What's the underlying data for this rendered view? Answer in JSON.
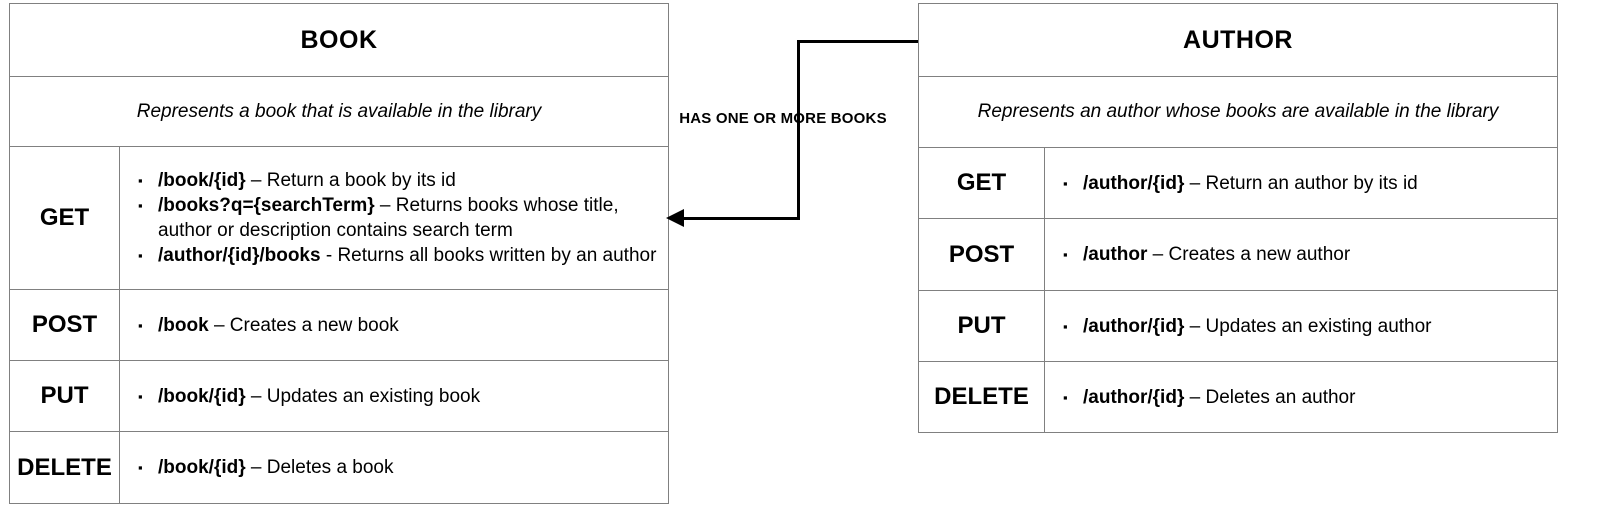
{
  "diagram": {
    "type": "rest-api-resource-diagram",
    "bullet_glyph": "▪"
  },
  "book": {
    "title": "BOOK",
    "description": "Represents a book that is available in the library",
    "methods": [
      {
        "verb": "GET",
        "paths": [
          {
            "endpoint": "/book/{id}",
            "description": " – Return a book by its id"
          },
          {
            "endpoint": "/books?q={searchTerm}",
            "description": " – Returns books whose title, author or description contains search term"
          },
          {
            "endpoint": "/author/{id}/books",
            "description": " - Returns all books written by an author"
          }
        ]
      },
      {
        "verb": "POST",
        "paths": [
          {
            "endpoint": "/book",
            "description": " – Creates a new book"
          }
        ]
      },
      {
        "verb": "PUT",
        "paths": [
          {
            "endpoint": "/book/{id}",
            "description": " – Updates an existing book"
          }
        ]
      },
      {
        "verb": "DELETE",
        "paths": [
          {
            "endpoint": "/book/{id}",
            "description": " – Deletes a book"
          }
        ]
      }
    ]
  },
  "author": {
    "title": "AUTHOR",
    "description": "Represents an author whose books are available in the library",
    "methods": [
      {
        "verb": "GET",
        "paths": [
          {
            "endpoint": "/author/{id}",
            "description": " – Return an author by its id"
          }
        ]
      },
      {
        "verb": "POST",
        "paths": [
          {
            "endpoint": "/author",
            "description": " – Creates a new author"
          }
        ]
      },
      {
        "verb": "PUT",
        "paths": [
          {
            "endpoint": "/author/{id}",
            "description": " – Updates an existing author"
          }
        ]
      },
      {
        "verb": "DELETE",
        "paths": [
          {
            "endpoint": "/author/{id}",
            "description": " – Deletes an author"
          }
        ]
      }
    ]
  },
  "relationship": {
    "label": "HAS ONE OR MORE BOOKS",
    "from": "AUTHOR",
    "to": "BOOK"
  },
  "colors": {
    "border": "#808080",
    "text": "#000000",
    "background": "#ffffff",
    "connector": "#000000"
  }
}
